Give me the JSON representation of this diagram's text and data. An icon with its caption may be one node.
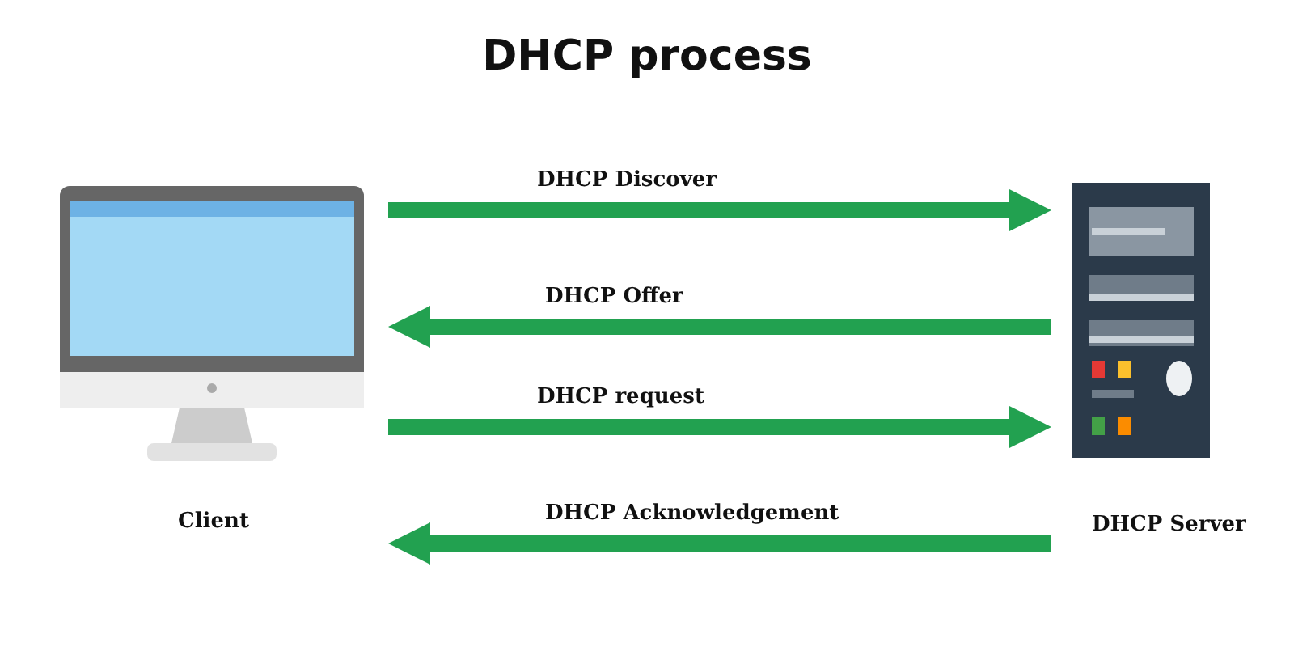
{
  "diagram": {
    "title": "DHCP process",
    "nodes": [
      {
        "text": [
          "Client"
        ]
      },
      {
        "text": [
          "DHCP Server"
        ]
      }
    ],
    "edges": [
      {
        "from": 0,
        "to": 1,
        "arrow": "to",
        "label": "DHCP Discover"
      },
      {
        "from": 1,
        "to": 0,
        "arrow": "to",
        "label": "DHCP Offer"
      },
      {
        "from": 0,
        "to": 1,
        "arrow": "to",
        "label": "DHCP request"
      },
      {
        "from": 1,
        "to": 0,
        "arrow": "to",
        "label": "DHCP Acknowledgement"
      }
    ]
  }
}
